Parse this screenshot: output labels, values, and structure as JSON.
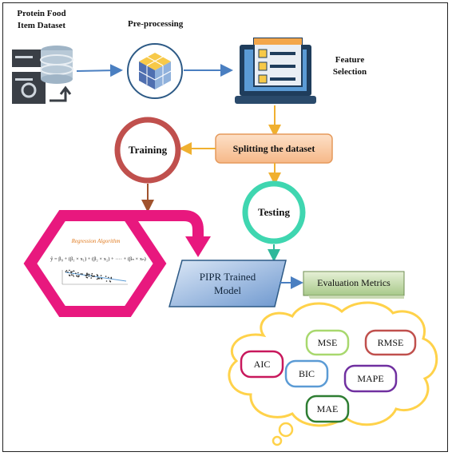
{
  "dataset": {
    "line1": "Protein Food",
    "line2": "Item Dataset"
  },
  "preprocessing": {
    "label": "Pre-processing"
  },
  "feature_selection": {
    "line1": "Feature",
    "line2": "Selection"
  },
  "splitting": {
    "label": "Splitting the dataset"
  },
  "training": {
    "label": "Training"
  },
  "testing": {
    "label": "Testing"
  },
  "regression": {
    "title": "Regression Algorithm",
    "formula": "ŷ = β₀ + (β₁ × x₁) + (β₂ × x₂) + ···· + (βₙ × xₙ)"
  },
  "model": {
    "line1": "PIPR Trained",
    "line2": "Model"
  },
  "evaluation": {
    "label": "Evaluation Metrics"
  },
  "metrics": {
    "mse": "MSE",
    "rmse": "RMSE",
    "aic": "AIC",
    "bic": "BIC",
    "mape": "MAPE",
    "mae": "MAE"
  },
  "colors": {
    "arrow_blue": "#4a7fc1",
    "arrow_orange": "#f0b030",
    "training_ring": "#c0504d",
    "testing_ring": "#3fd6b0",
    "magenta": "#e8187e",
    "splitting_fill": "#f9c9a3",
    "model_fill": "#8fb1dc",
    "eval_fill": "#c4dba8",
    "cloud": "#ffd24a",
    "mse": "#a8d86e",
    "rmse": "#c0504d",
    "aic": "#c8185c",
    "bic": "#5b9bd5",
    "mape": "#7030a0",
    "mae": "#2e7d32"
  }
}
